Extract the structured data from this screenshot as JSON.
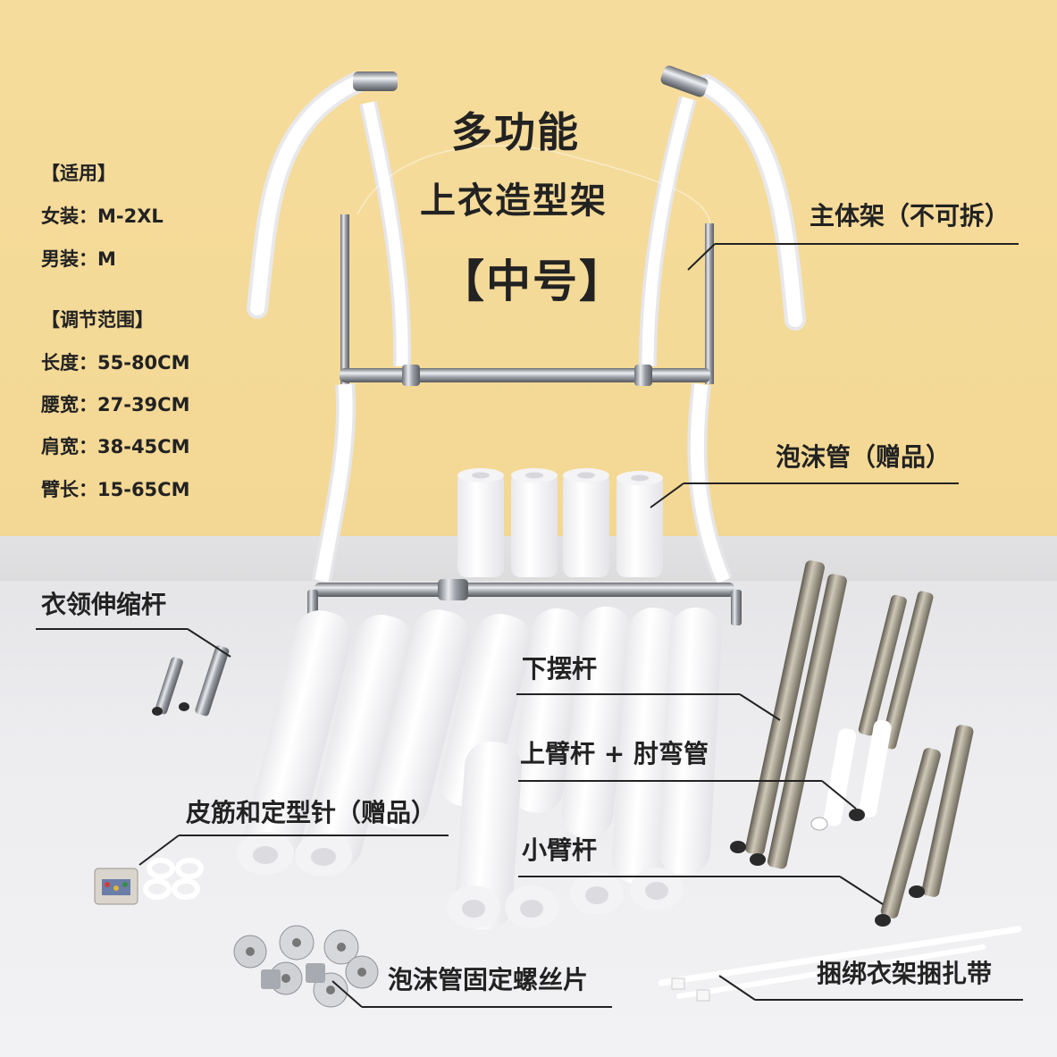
{
  "title": {
    "line1": "多功能",
    "line2": "上衣造型架",
    "line3": "【中号】"
  },
  "specs": {
    "apply_heading": "【适用】",
    "women": "女装：M-2XL",
    "men": "男装：M",
    "range_heading": "【调节范围】",
    "length": "长度：55-80CM",
    "waist": "腰宽：27-39CM",
    "shoulder": "肩宽：38-45CM",
    "arm": "臂长：15-65CM"
  },
  "labels": {
    "main_frame": "主体架（不可拆）",
    "foam_gift": "泡沫管（赠品）",
    "collar_rod": "衣领伸缩杆",
    "hem_rod": "下摆杆",
    "upper_arm": "上臂杆 + 肘弯管",
    "small_arm": "小臂杆",
    "bands_pins": "皮筋和定型针（赠品）",
    "screw_plates": "泡沫管固定螺丝片",
    "cable_ties": "捆绑衣架捆扎带"
  },
  "colors": {
    "background_top": "#f6dc9c",
    "background_bottom": "#ececef",
    "foam": "#ffffff",
    "chrome": "#b8bcc2"
  }
}
